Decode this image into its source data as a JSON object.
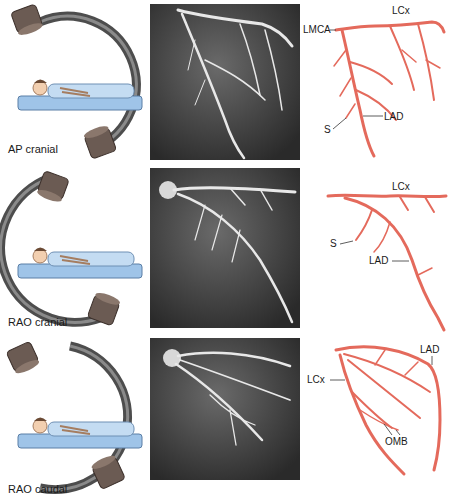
{
  "diagram": {
    "labels": [
      "AP cranial",
      "LMCA",
      "LCx",
      "S",
      "LAD",
      "RAO cranial",
      "LCx",
      "S",
      "LAD",
      "RAO caudal",
      "LCx",
      "LAD",
      "OMB"
    ]
  }
}
